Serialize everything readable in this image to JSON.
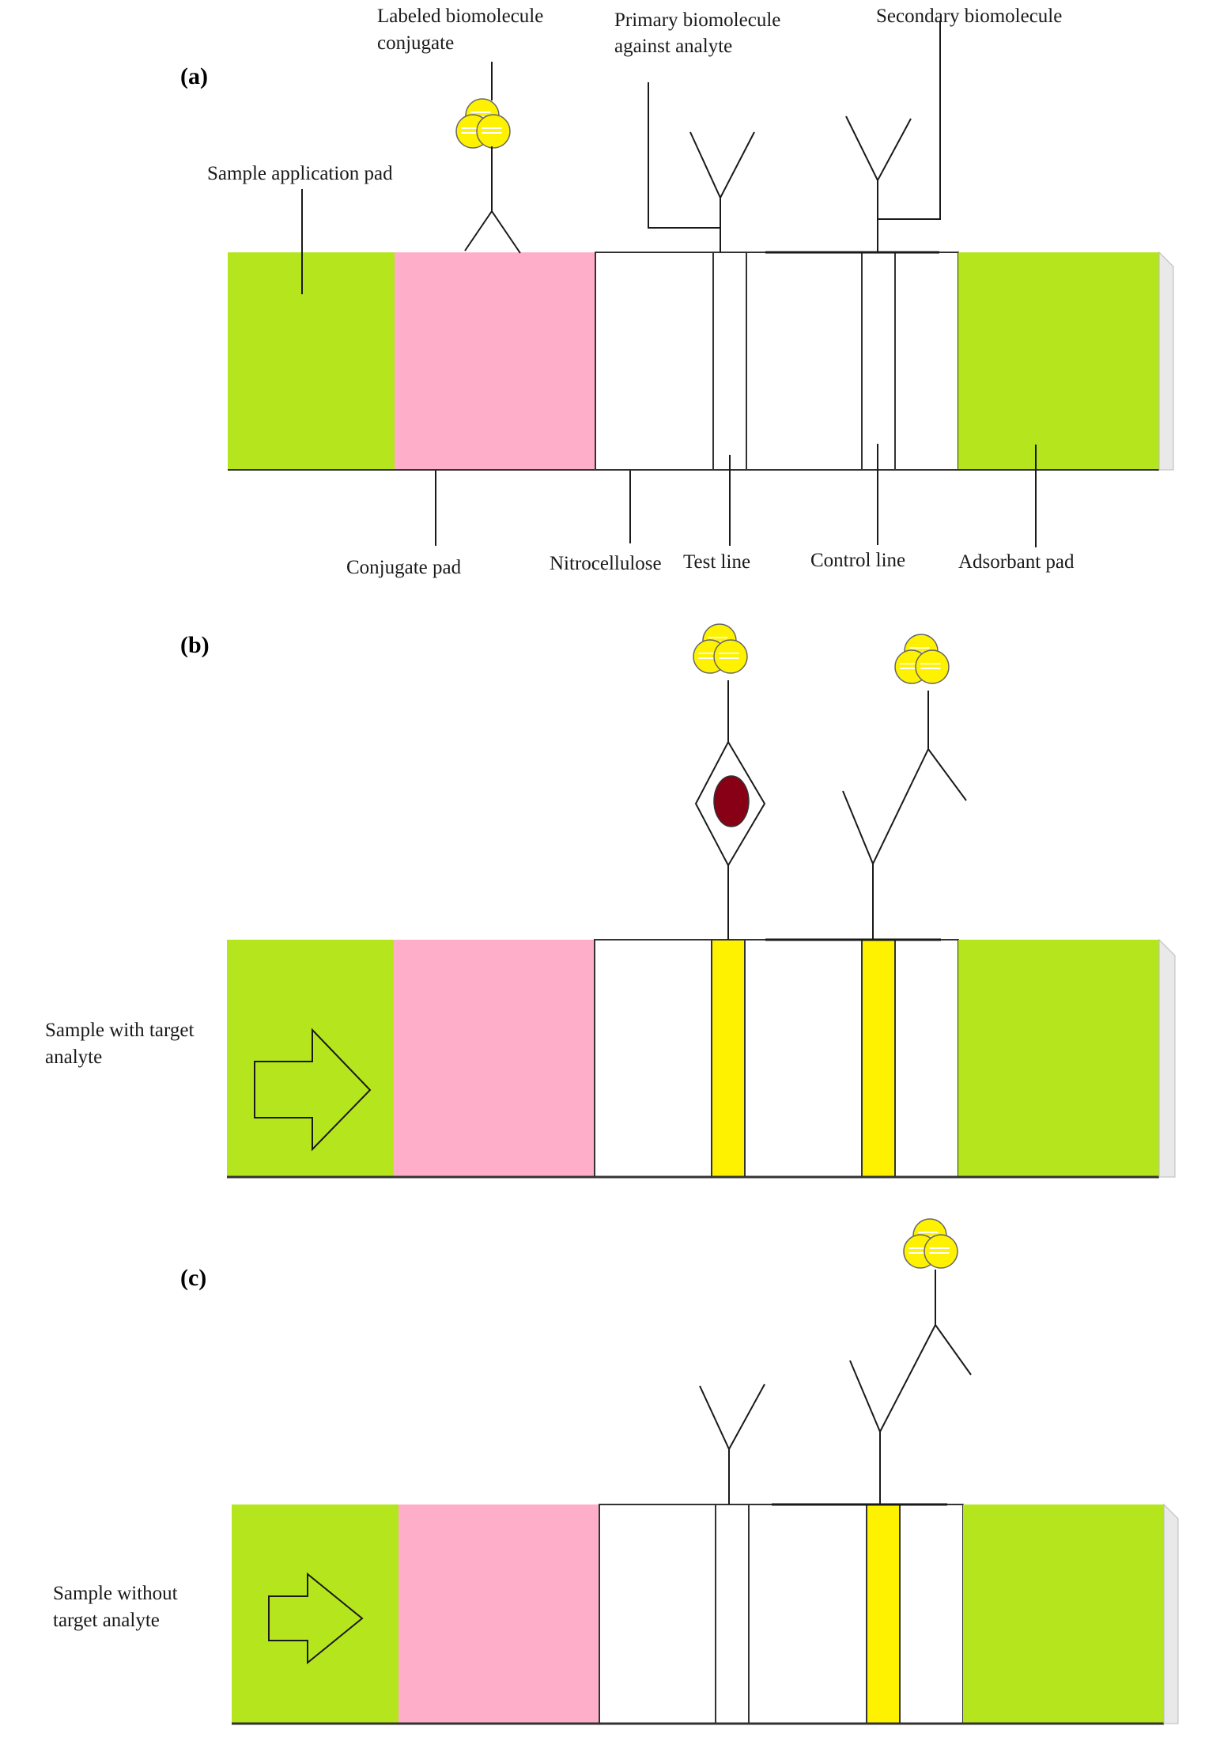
{
  "panels": {
    "a": "(a)",
    "b": "(b)",
    "c": "(c)"
  },
  "labels": {
    "labeled_conjugate_line1": "Labeled biomolecule",
    "labeled_conjugate_line2": "conjugate",
    "primary_line1": "Primary biomolecule",
    "primary_line2": "against analyte",
    "secondary": "Secondary biomolecule",
    "sample_pad": "Sample application pad",
    "conjugate_pad": "Conjugate pad",
    "nitrocellulose": "Nitrocellulose",
    "test_line": "Test line",
    "control_line": "Control line",
    "adsorbant_pad": "Adsorbant pad",
    "with_target_line1": "Sample with target",
    "with_target_line2": "analyte",
    "without_target_line1": "Sample without",
    "without_target_line2": "target analyte"
  },
  "colors": {
    "pad_green": "#B5E61D",
    "conjugate_pink": "#FFAEC9",
    "line_yellow": "#FFF200",
    "nanoparticle": "#FFF200",
    "analyte": "#880015",
    "membrane": "#FFFFFF"
  },
  "states": {
    "b": {
      "test_line_positive": true,
      "control_line_positive": true
    },
    "c": {
      "test_line_positive": false,
      "control_line_positive": true
    }
  }
}
